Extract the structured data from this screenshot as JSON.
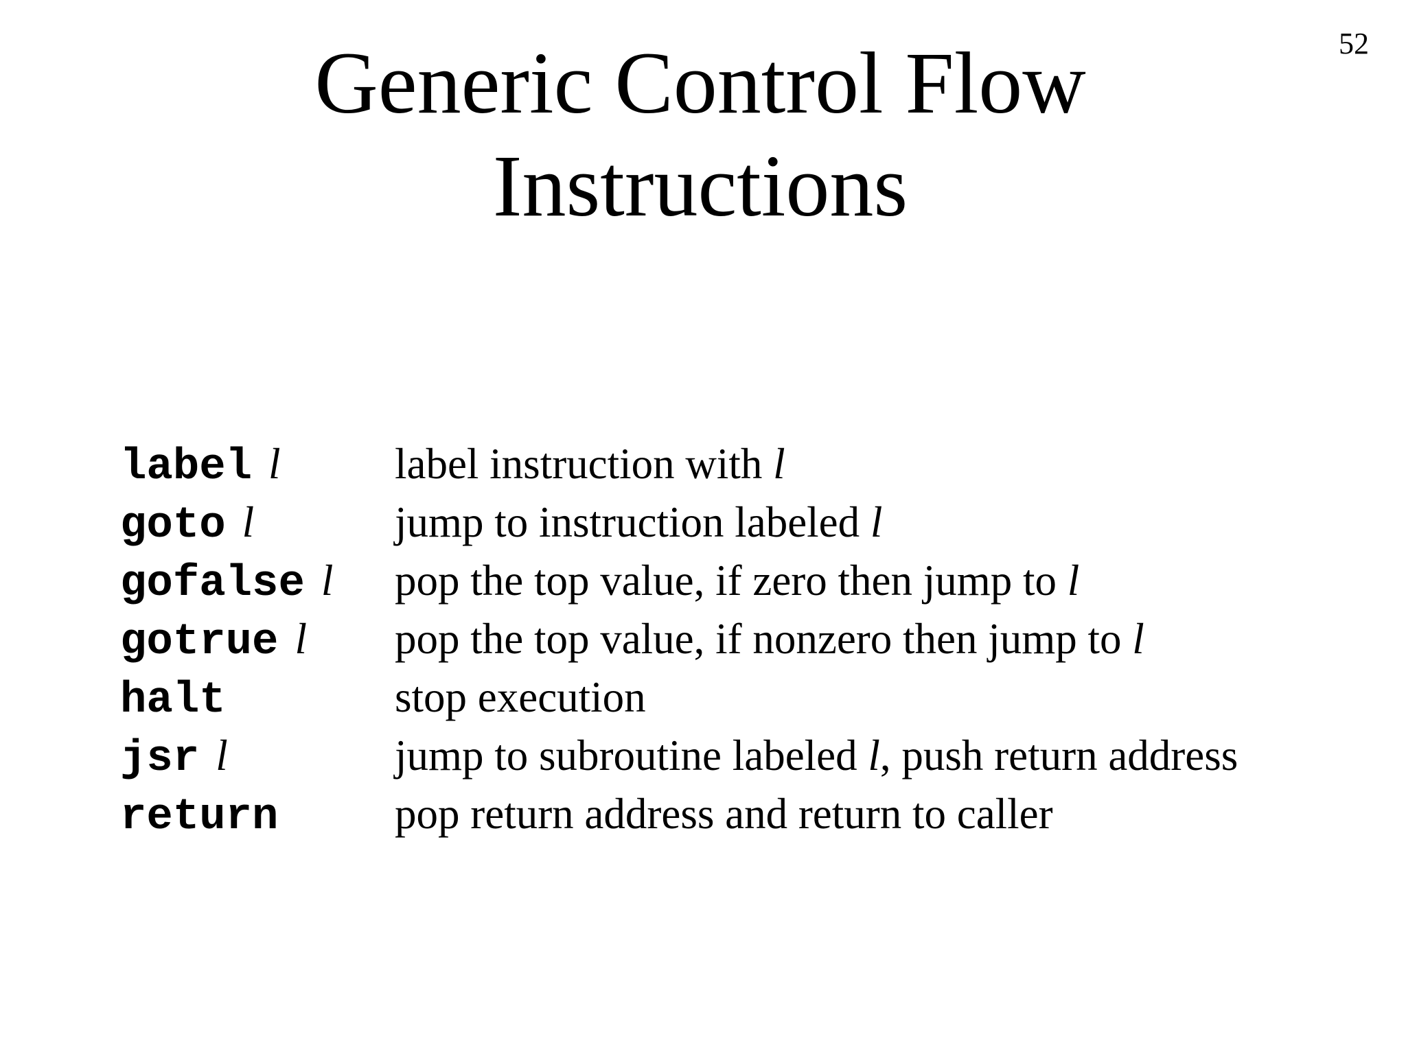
{
  "slide": {
    "page_number": "52",
    "title_line1": "Generic Control Flow",
    "title_line2": "Instructions"
  },
  "rows": [
    {
      "instr": "label",
      "operand": "l",
      "desc_pre": "label instruction with ",
      "desc_l": "l",
      "desc_post": ""
    },
    {
      "instr": "goto",
      "operand": "l",
      "desc_pre": "jump to instruction labeled ",
      "desc_l": "l",
      "desc_post": ""
    },
    {
      "instr": "gofalse",
      "operand": "l",
      "desc_pre": "pop the top value, if zero then jump to ",
      "desc_l": "l",
      "desc_post": ""
    },
    {
      "instr": "gotrue",
      "operand": "l",
      "desc_pre": "pop the top value, if nonzero then jump to ",
      "desc_l": "l",
      "desc_post": ""
    },
    {
      "instr": "halt",
      "operand": "",
      "desc_pre": "stop execution",
      "desc_l": "",
      "desc_post": ""
    },
    {
      "instr": "jsr",
      "operand": "l",
      "desc_pre": "jump to subroutine labeled ",
      "desc_l": "l",
      "desc_post": ", push return address"
    },
    {
      "instr": "return",
      "operand": "",
      "desc_pre": "pop return address and return to caller",
      "desc_l": "",
      "desc_post": ""
    }
  ],
  "colors": {
    "background": "#ffffff",
    "text": "#000000"
  }
}
